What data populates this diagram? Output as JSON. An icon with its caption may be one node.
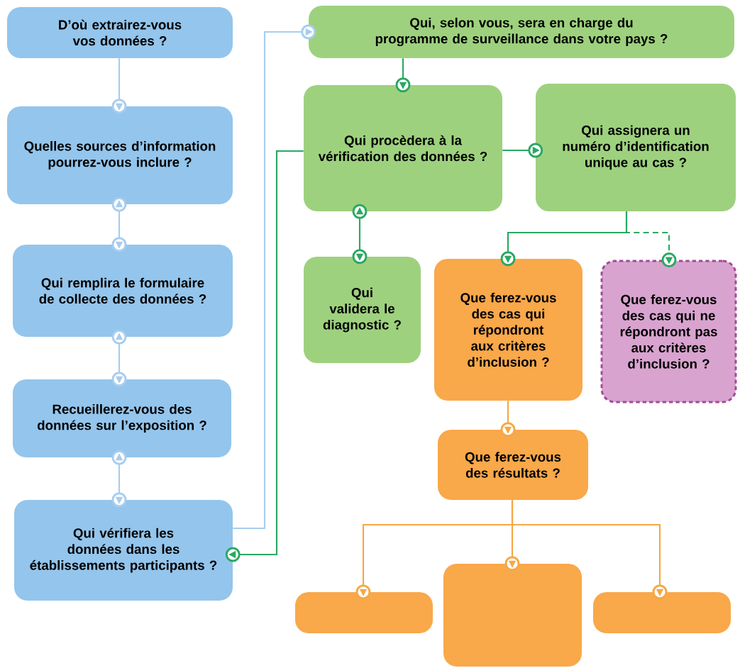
{
  "diagram": {
    "nodes": [
      {
        "text": [
          "D’où extrairez-vous vos données ?"
        ]
      },
      {
        "text": [
          "Quelles sources d’information pourrez-vous inclure ?"
        ]
      },
      {
        "text": [
          "Qui remplira le formulaire de collecte des données ?"
        ]
      },
      {
        "text": [
          "Recueillerez-vous des données sur l’exposition ?"
        ]
      },
      {
        "text": [
          "Qui vérifiera les données dans les établissements participants ?"
        ]
      },
      {
        "text": [
          "Qui, selon vous, sera en charge du programme de surveillance dans votre pays ?"
        ]
      },
      {
        "text": [
          "Qui procèdera à la vérification des données ?"
        ]
      },
      {
        "text": [
          "Qui assignera un numéro d’identification unique au cas ?"
        ]
      },
      {
        "text": [
          "Qui validera le diagnostic ?"
        ]
      },
      {
        "text": [
          "Que ferez-vous des cas qui répondront aux critères d’inclusion ?"
        ]
      },
      {
        "text": [
          "Que ferez-vous des cas qui ne répondront pas aux critères d’inclusion ?"
        ]
      },
      {
        "text": [
          "Que ferez-vous des résultats ?"
        ]
      },
      {
        "text": [],
        "shape": "box"
      },
      {
        "text": [],
        "shape": "box"
      },
      {
        "text": [],
        "shape": "box"
      }
    ],
    "edges": [
      {
        "from": 0,
        "to": 1,
        "arrow": "to",
        "color": "#a7cdef"
      },
      {
        "from": 1,
        "to": 2,
        "arrow": "both",
        "color": "#a7cdef"
      },
      {
        "from": 2,
        "to": 3,
        "arrow": "both",
        "color": "#a7cdef"
      },
      {
        "from": 3,
        "to": 4,
        "arrow": "both",
        "color": "#a7cdef"
      },
      {
        "from": 4,
        "to": 5,
        "arrow": "to",
        "color": "#a7cdef"
      },
      {
        "from": 6,
        "to": 4,
        "arrow": "to"
      },
      {
        "from": 5,
        "to": 6,
        "arrow": "to"
      },
      {
        "from": 6,
        "to": 7,
        "arrow": "to"
      },
      {
        "from": 6,
        "to": 8,
        "arrow": "both"
      },
      {
        "from": 7,
        "to": 9,
        "arrow": "to"
      },
      {
        "from": 7,
        "to": 10,
        "arrow": "to",
        "style": "dashed"
      },
      {
        "from": 9,
        "to": 11,
        "arrow": "to",
        "color": "#f5a844"
      },
      {
        "from": 11,
        "to": 12,
        "arrow": "to",
        "color": "#f5a844"
      },
      {
        "from": 11,
        "to": 13,
        "arrow": "to",
        "color": "#f5a844"
      },
      {
        "from": 11,
        "to": 14,
        "arrow": "to",
        "color": "#f5a844"
      }
    ]
  }
}
